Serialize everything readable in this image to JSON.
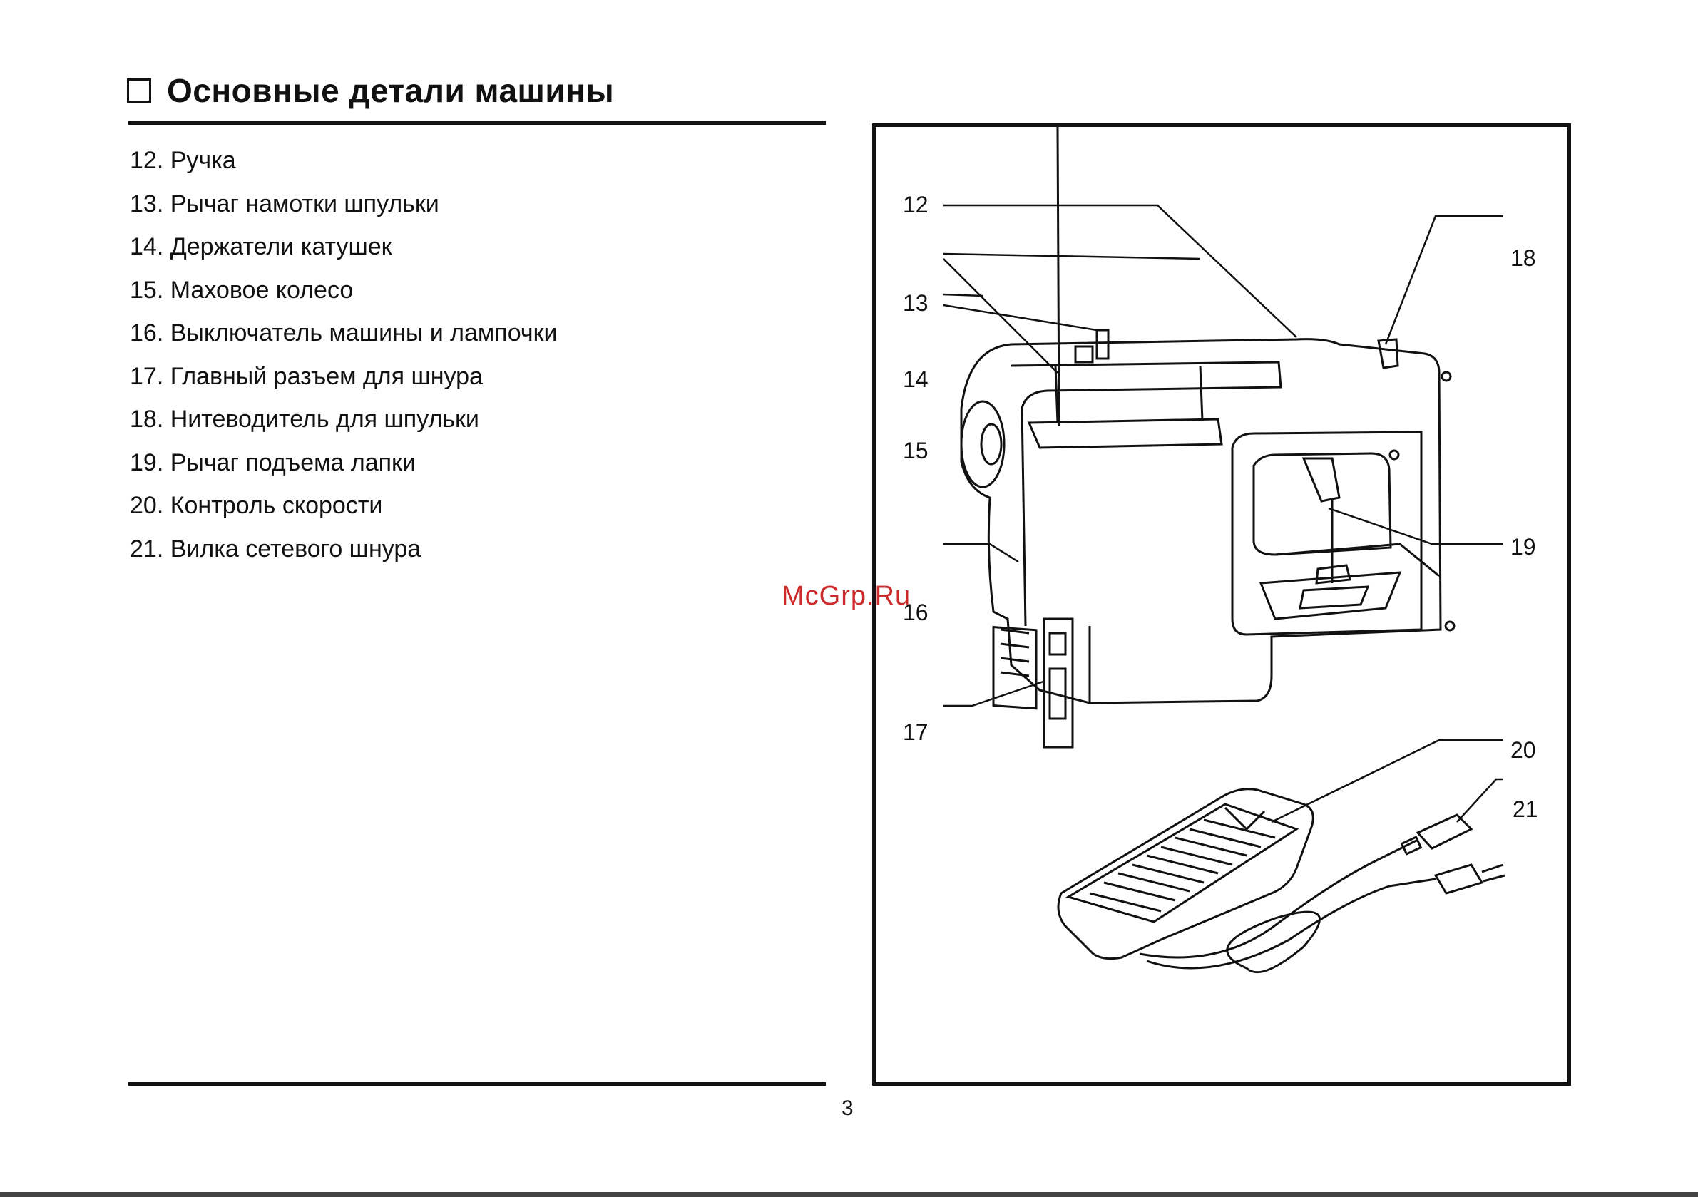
{
  "header": {
    "title": "Основные детали машины"
  },
  "parts": [
    "12. Ручка",
    "13. Рычаг намотки шпульки",
    "14. Держатели катушек",
    "15. Маховое колесо",
    "16. Выключатель машины и лампочки",
    "17. Главный разъем для шнура",
    "18. Нитеводитель для шпульки",
    "19. Рычаг подъема лапки",
    "20. Контроль скорости",
    "21. Вилка сетевого шнура"
  ],
  "figure": {
    "callouts": [
      "12",
      "13",
      "14",
      "15",
      "16",
      "17",
      "18",
      "19",
      "20",
      "21"
    ]
  },
  "footer": {
    "page_number": "3"
  },
  "watermark": {
    "text": "McGrp.Ru",
    "color": "#cc2b2b"
  }
}
